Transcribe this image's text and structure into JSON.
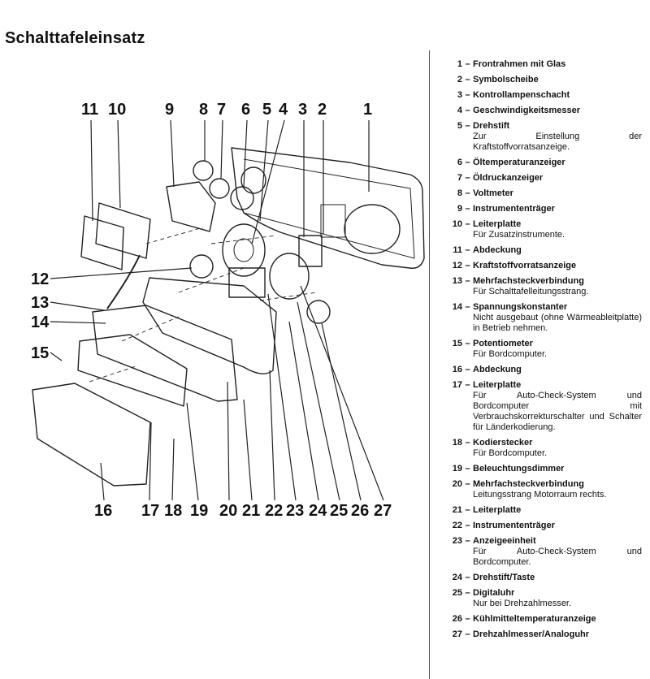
{
  "title": "Schalttafeleinsatz",
  "callout_numbers": [
    "1",
    "2",
    "3",
    "4",
    "5",
    "6",
    "7",
    "8",
    "9",
    "10",
    "11",
    "12",
    "13",
    "14",
    "15",
    "16",
    "17",
    "18",
    "19",
    "20",
    "21",
    "22",
    "23",
    "24",
    "25",
    "26",
    "27"
  ],
  "dash": "–",
  "legend": [
    {
      "num": "1",
      "label": "Frontrahmen mit Glas",
      "desc": ""
    },
    {
      "num": "2",
      "label": "Symbolscheibe",
      "desc": ""
    },
    {
      "num": "3",
      "label": "Kontrollampenschacht",
      "desc": ""
    },
    {
      "num": "4",
      "label": "Geschwindigkeitsmesser",
      "desc": ""
    },
    {
      "num": "5",
      "label": "Drehstift",
      "desc": "Zur Einstellung der Kraftstoffvorratsanzeige."
    },
    {
      "num": "6",
      "label": "Öltemperaturanzeiger",
      "desc": ""
    },
    {
      "num": "7",
      "label": "Öldruckanzeiger",
      "desc": ""
    },
    {
      "num": "8",
      "label": "Voltmeter",
      "desc": ""
    },
    {
      "num": "9",
      "label": "Instrumententräger",
      "desc": ""
    },
    {
      "num": "10",
      "label": "Leiterplatte",
      "desc": "Für Zusatzinstrumente."
    },
    {
      "num": "11",
      "label": "Abdeckung",
      "desc": ""
    },
    {
      "num": "12",
      "label": "Kraftstoffvorratsanzeige",
      "desc": ""
    },
    {
      "num": "13",
      "label": "Mehrfachsteckverbindung",
      "desc": "Für Schalttafelleitungsstrang."
    },
    {
      "num": "14",
      "label": "Spannungskonstanter",
      "desc": "Nicht ausgebaut (ohne Wärmeableitplatte) in Betrieb nehmen."
    },
    {
      "num": "15",
      "label": "Potentiometer",
      "desc": "Für Bordcomputer."
    },
    {
      "num": "16",
      "label": "Abdeckung",
      "desc": ""
    },
    {
      "num": "17",
      "label": "Leiterplatte",
      "desc": "Für Auto-Check-System und Bordcomputer mit Verbrauchskorrekturschalter und Schalter für Länderkodierung."
    },
    {
      "num": "18",
      "label": "Kodierstecker",
      "desc": "Für Bordcomputer."
    },
    {
      "num": "19",
      "label": "Beleuchtungsdimmer",
      "desc": ""
    },
    {
      "num": "20",
      "label": "Mehrfachsteckverbindung",
      "desc": "Leitungsstrang Motorraum rechts."
    },
    {
      "num": "21",
      "label": "Leiterplatte",
      "desc": ""
    },
    {
      "num": "22",
      "label": "Instrumententräger",
      "desc": ""
    },
    {
      "num": "23",
      "label": "Anzeigeeinheit",
      "desc": "Für Auto-Check-System und Bordcomputer."
    },
    {
      "num": "24",
      "label": "Drehstift/Taste",
      "desc": ""
    },
    {
      "num": "25",
      "label": "Digitaluhr",
      "desc": "Nur bei Drehzahlmesser."
    },
    {
      "num": "26",
      "label": "Kühlmitteltemperaturanzeige",
      "desc": ""
    },
    {
      "num": "27",
      "label": "Drehzahlmesser/Analoguhr",
      "desc": ""
    }
  ]
}
